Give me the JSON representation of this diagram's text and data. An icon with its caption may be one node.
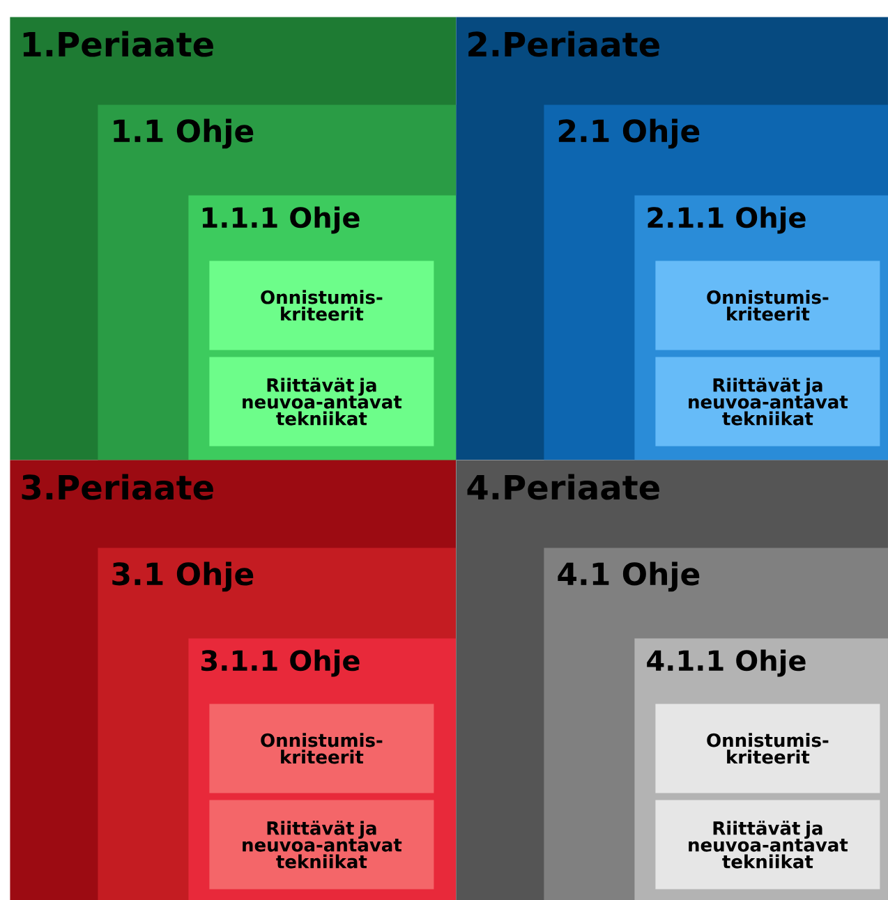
{
  "diagram": {
    "nodes": [
      {
        "text": [
          "1.Periaate"
        ]
      },
      {
        "text": [
          "1.1 Ohje"
        ],
        "in": 0
      },
      {
        "text": [
          "1.1.1 Ohje"
        ],
        "in": 1
      },
      {
        "text": [
          "Onnistumis-kriteerit"
        ],
        "in": 2
      },
      {
        "text": [
          "Riittävät ja neuvoa-antavat tekniikat"
        ],
        "in": 2
      },
      {
        "text": [
          "2.Periaate"
        ]
      },
      {
        "text": [
          "2.1 Ohje"
        ],
        "in": 5
      },
      {
        "text": [
          "2.1.1 Ohje"
        ],
        "in": 6
      },
      {
        "text": [
          "Onnistumis-kriteerit"
        ],
        "in": 7
      },
      {
        "text": [
          "Riittävät ja neuvoa-antavat tekniikat"
        ],
        "in": 7
      },
      {
        "text": [
          "3.Periaate"
        ]
      },
      {
        "text": [
          "3.1 Ohje"
        ],
        "in": 10
      },
      {
        "text": [
          "3.1.1 Ohje"
        ],
        "in": 11
      },
      {
        "text": [
          "Onnistumis-kriteerit"
        ],
        "in": 12
      },
      {
        "text": [
          "Riittävät ja neuvoa-antavat tekniikat"
        ],
        "in": 12
      },
      {
        "text": [
          "4.Periaate"
        ]
      },
      {
        "text": [
          "4.1 Ohje"
        ],
        "in": 15
      },
      {
        "text": [
          "4.1.1 Ohje"
        ],
        "in": 16
      },
      {
        "text": [
          "Onnistumis-kriteerit"
        ],
        "in": 17
      },
      {
        "text": [
          "Riittävät ja neuvoa-antavat tekniikat"
        ],
        "in": 17
      }
    ]
  }
}
